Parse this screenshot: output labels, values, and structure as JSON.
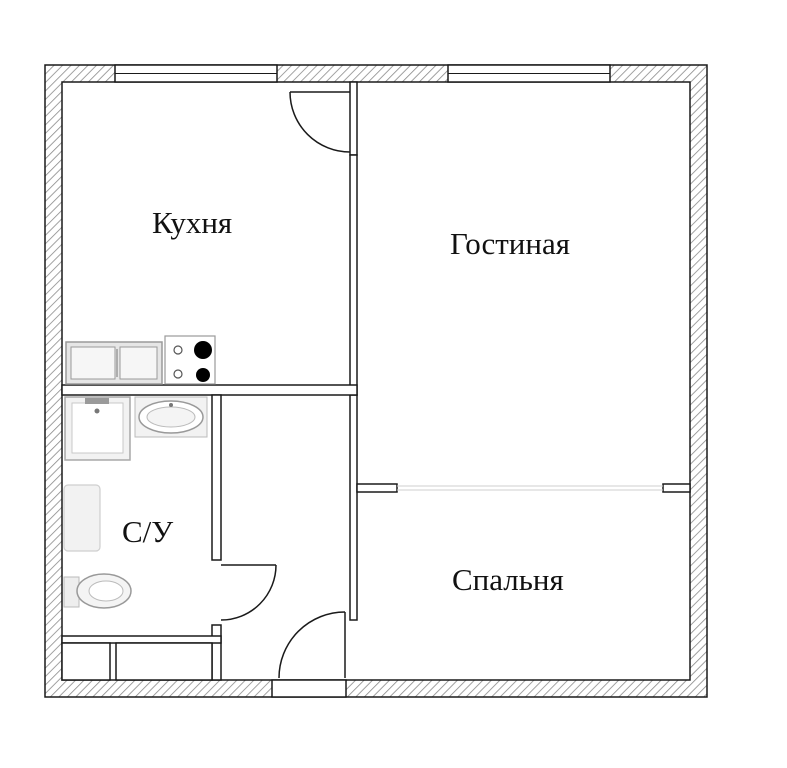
{
  "rooms": {
    "kitchen": "Кухня",
    "living": "Гостиная",
    "bathroom": "С/У",
    "bedroom": "Спальня"
  },
  "colors": {
    "wall_outline": "#1a1a1a",
    "hatch": "#8a8a8a",
    "fixture_fill": "#eeeeee",
    "fixture_stroke": "#9a9a9a",
    "window_fill": "#ffffff"
  },
  "icons": [
    "sink-icon",
    "stove-icon",
    "bathtub-icon",
    "washbasin-icon",
    "shower-icon",
    "toilet-icon"
  ]
}
